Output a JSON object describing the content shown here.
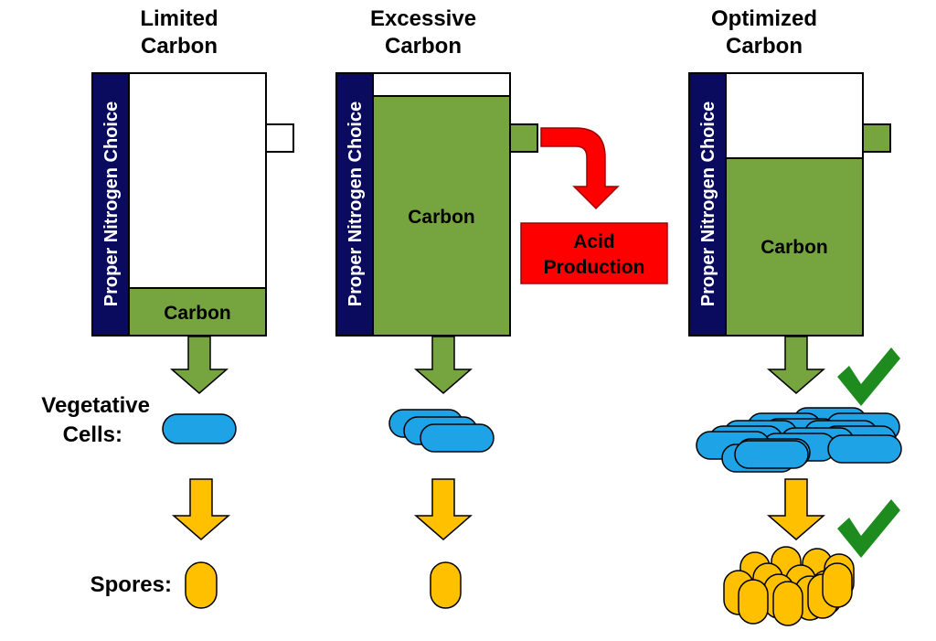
{
  "columns": [
    {
      "title_line1": "Limited",
      "title_line2": "Carbon",
      "nitrogen_label": "Proper Nitrogen Choice",
      "carbon_label": "Carbon",
      "carbon_fill": 0.18
    },
    {
      "title_line1": "Excessive",
      "title_line2": "Carbon",
      "nitrogen_label": "Proper Nitrogen Choice",
      "carbon_label": "Carbon",
      "carbon_fill": 0.91
    },
    {
      "title_line1": "Optimized",
      "title_line2": "Carbon",
      "nitrogen_label": "Proper Nitrogen Choice",
      "carbon_label": "Carbon",
      "carbon_fill": 0.68
    }
  ],
  "row_labels": {
    "vegetative_line1": "Vegetative",
    "vegetative_line2": "Cells:",
    "spores": "Spores:"
  },
  "acid_box": {
    "line1": "Acid",
    "line2": "Production"
  },
  "colors": {
    "navy": "#0a0a5e",
    "carbon_green": "#76a540",
    "red": "#ff0000",
    "cell_blue": "#1ea4e6",
    "spore_gold": "#ffc000",
    "check_green": "#1e8b1e",
    "arrow_orange": "#ffc000"
  }
}
